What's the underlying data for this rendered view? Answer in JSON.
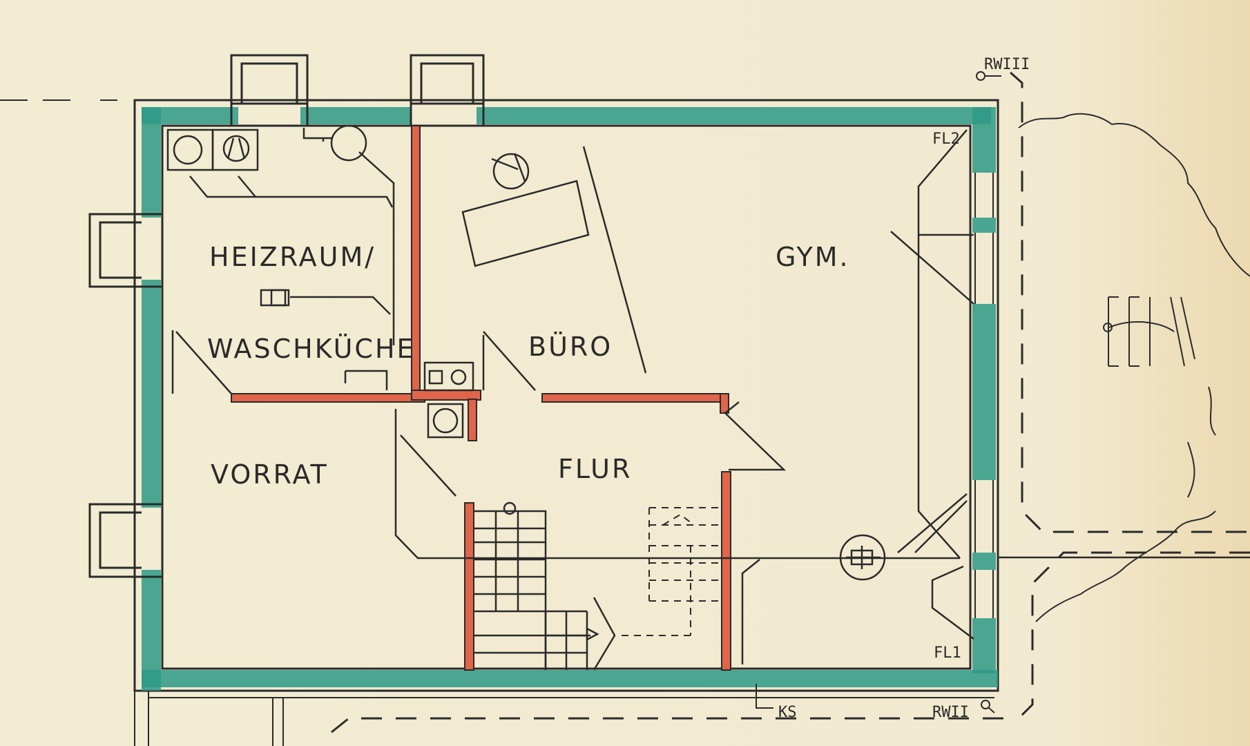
{
  "rooms": {
    "heizraum": "HEIZRAUM/",
    "waschkueche": "WASCHKÜCHE",
    "vorrat": "VORRAT",
    "buero": "BÜRO",
    "gym": "GYM.",
    "flur": "FLUR"
  },
  "tags": {
    "rw3": "RWIII",
    "rw2": "RWII",
    "fl1": "FL1",
    "fl2": "FL2",
    "ks": "KS"
  },
  "colors": {
    "paper": "#f1ecd2",
    "outer_wall": "#2e9a86",
    "inner_wall": "#e0654a",
    "ink": "#2a2a2a"
  }
}
